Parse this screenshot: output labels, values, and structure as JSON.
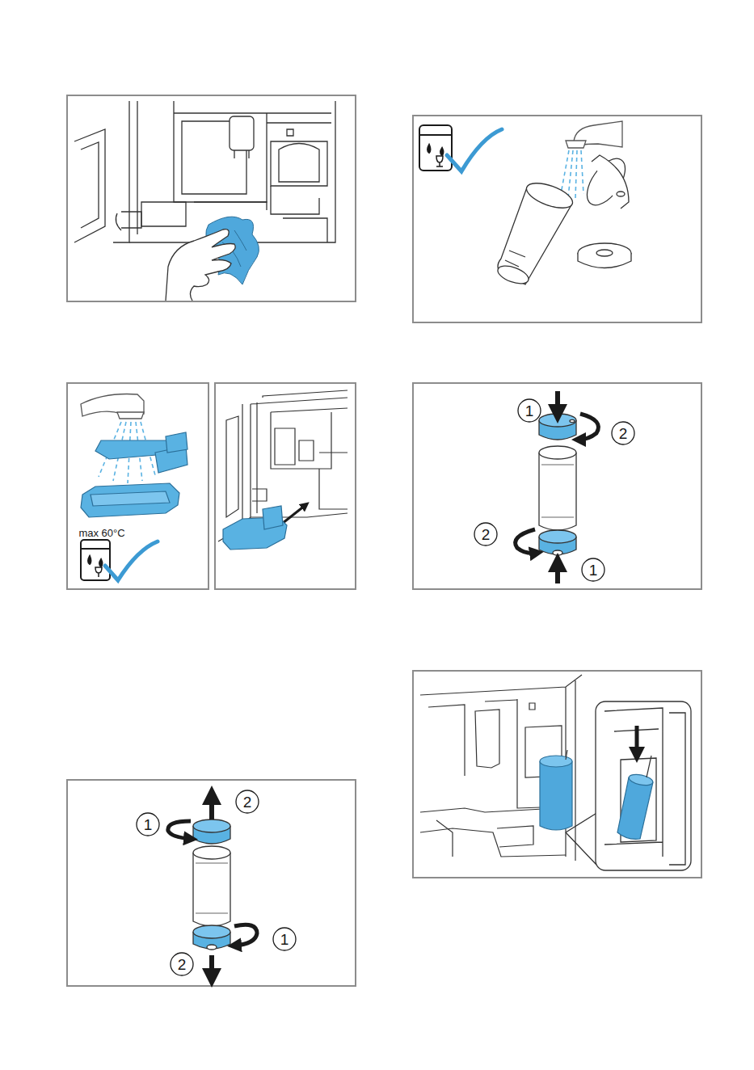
{
  "diagram": {
    "labels": [
      "max 60°C",
      "1",
      "2",
      "2",
      "1",
      "1",
      "2",
      "1",
      "2"
    ]
  }
}
